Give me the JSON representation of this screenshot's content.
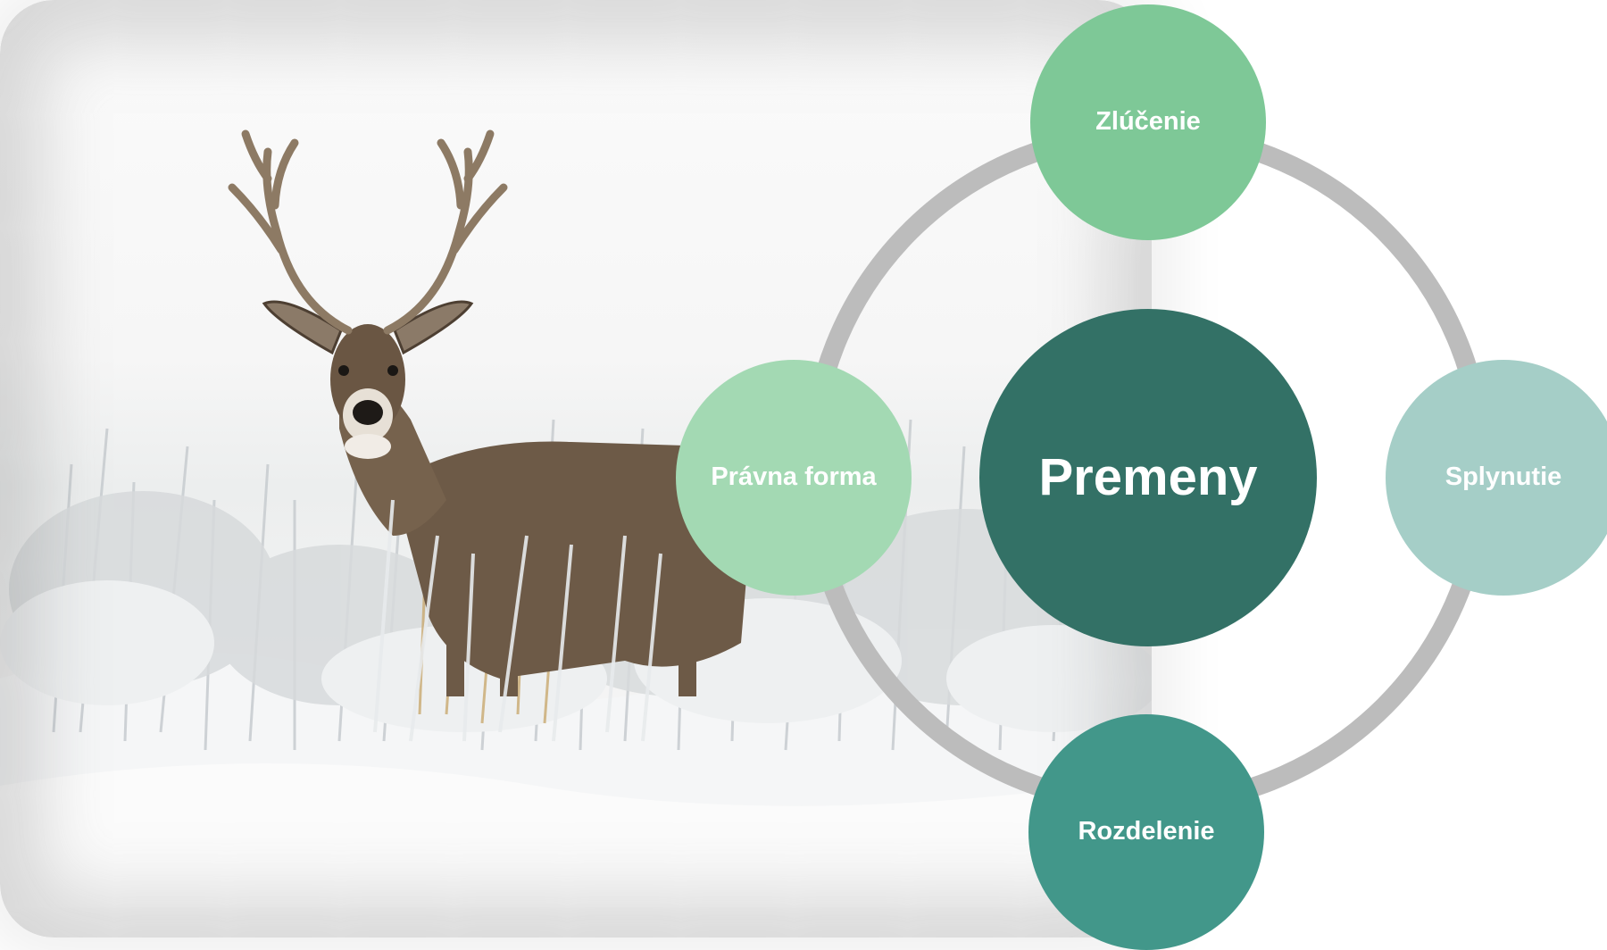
{
  "diagram": {
    "center": {
      "label": "Premeny",
      "color": "#337166"
    },
    "nodes": [
      {
        "id": "top",
        "label": "Zlúčenie",
        "color": "#7ec897"
      },
      {
        "id": "right",
        "label": "Splynutie",
        "color": "#a5cec7"
      },
      {
        "id": "bottom",
        "label": "Rozdelenie",
        "color": "#42978a"
      },
      {
        "id": "left",
        "label": "Právna forma",
        "color": "#a3d9b3"
      }
    ],
    "ring_color": "#bcbcbc"
  },
  "photo": {
    "subject": "deer-in-snow"
  }
}
